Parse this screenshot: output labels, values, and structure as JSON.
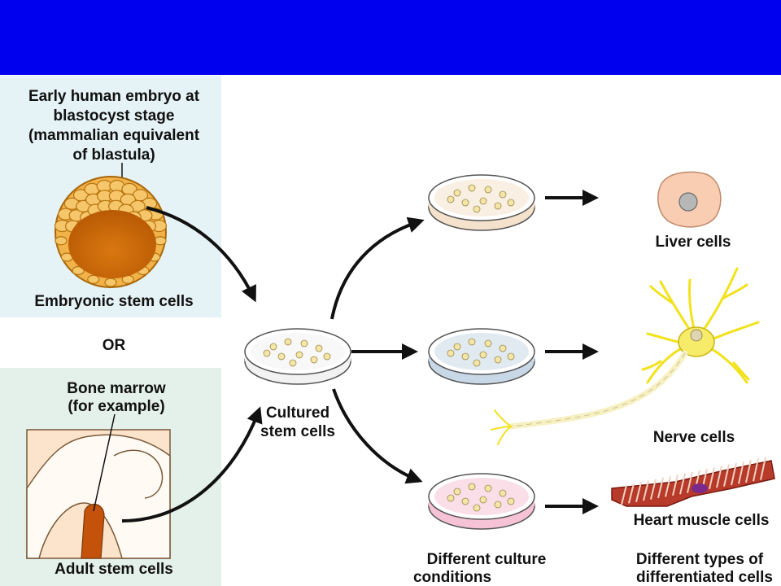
{
  "colors": {
    "header": "#0000ee",
    "panel_embryonic": "#e6f3f6",
    "panel_adult": "#e4f1ea",
    "dish_cultured": "#f2f2f2",
    "dish_liver": "#f4e2cc",
    "dish_nerve": "#c9d8e6",
    "dish_heart": "#f6c2d6",
    "liver_cell": "#f9cdb2",
    "nerve_cell": "#f2e21c",
    "heart_muscle": "#b83a2a"
  },
  "labels": {
    "embryo_caption": [
      "Early human embryo at",
      "blastocyst stage",
      "(mammalian equivalent",
      "of blastula)"
    ],
    "embryonic_title": "Embryonic stem cells",
    "or": "OR",
    "bone_caption": [
      "Bone marrow",
      "(for example)"
    ],
    "adult_title": "Adult stem cells",
    "cultured": [
      "Cultured",
      "stem cells"
    ],
    "liver": "Liver cells",
    "nerve": "Nerve cells",
    "heart": "Heart muscle cells",
    "culture_conditions": [
      "Different culture",
      "conditions"
    ],
    "differentiated": [
      "Different types of",
      "differentiated cells"
    ]
  }
}
